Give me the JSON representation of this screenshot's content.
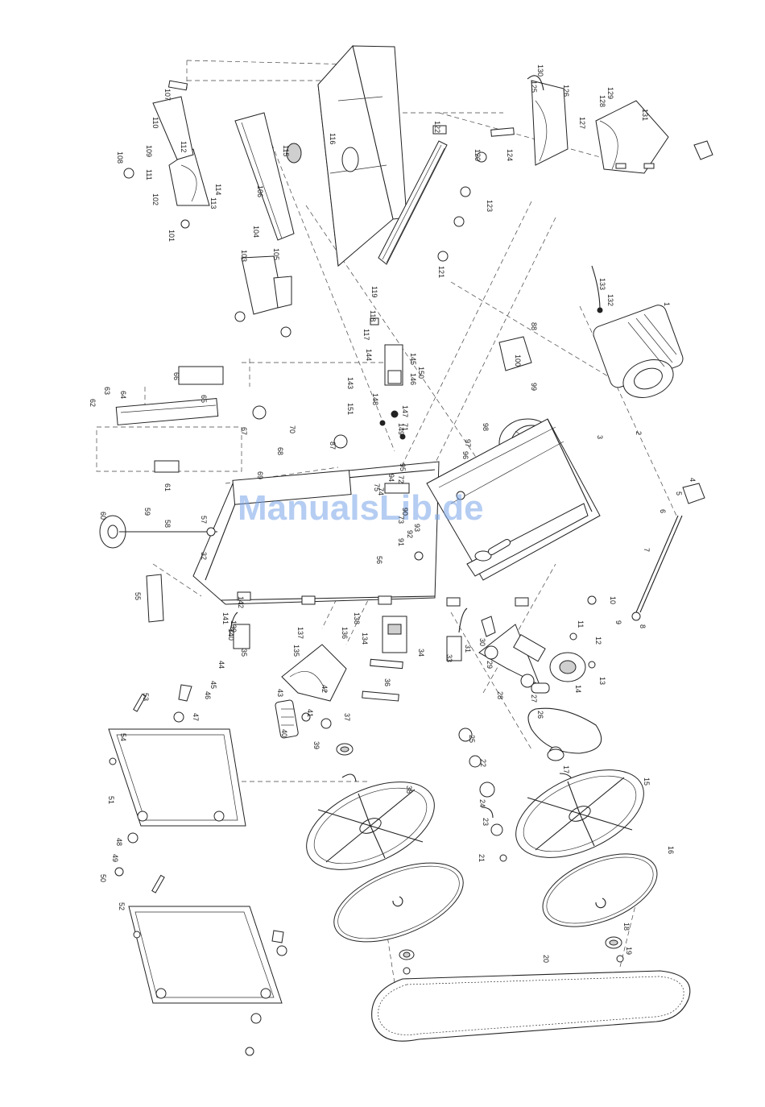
{
  "watermark": "ManualsLib.de",
  "labels": [
    "1",
    "2",
    "3",
    "4",
    "5",
    "6",
    "7",
    "8",
    "9",
    "10",
    "11",
    "12",
    "13",
    "14",
    "15",
    "16",
    "17",
    "18",
    "19",
    "20",
    "21",
    "22",
    "23",
    "24",
    "25",
    "26",
    "27",
    "28",
    "29",
    "30",
    "31",
    "32",
    "33",
    "34",
    "35",
    "36",
    "37",
    "38",
    "39",
    "40",
    "41",
    "42",
    "43",
    "44",
    "45",
    "46",
    "47",
    "48",
    "49",
    "50",
    "51",
    "52",
    "53",
    "54",
    "55",
    "56",
    "57",
    "58",
    "59",
    "60",
    "61",
    "62",
    "63",
    "64",
    "65",
    "66",
    "67",
    "68",
    "69",
    "70",
    "71",
    "72",
    "73",
    "74",
    "75",
    "87",
    "88",
    "90",
    "91",
    "92",
    "93",
    "94",
    "95",
    "96",
    "97",
    "98",
    "99",
    "100",
    "101",
    "102",
    "103",
    "104",
    "105",
    "106",
    "107",
    "108",
    "109",
    "110",
    "111",
    "112",
    "113",
    "114",
    "115",
    "116",
    "117",
    "118",
    "119",
    "120",
    "121",
    "122",
    "123",
    "124",
    "125",
    "126",
    "127",
    "128",
    "129",
    "130",
    "131",
    "132",
    "133",
    "134",
    "135",
    "136",
    "137",
    "138",
    "139",
    "140",
    "141",
    "142",
    "143",
    "144",
    "145",
    "146",
    "147",
    "148",
    "149",
    "150",
    "151"
  ]
}
